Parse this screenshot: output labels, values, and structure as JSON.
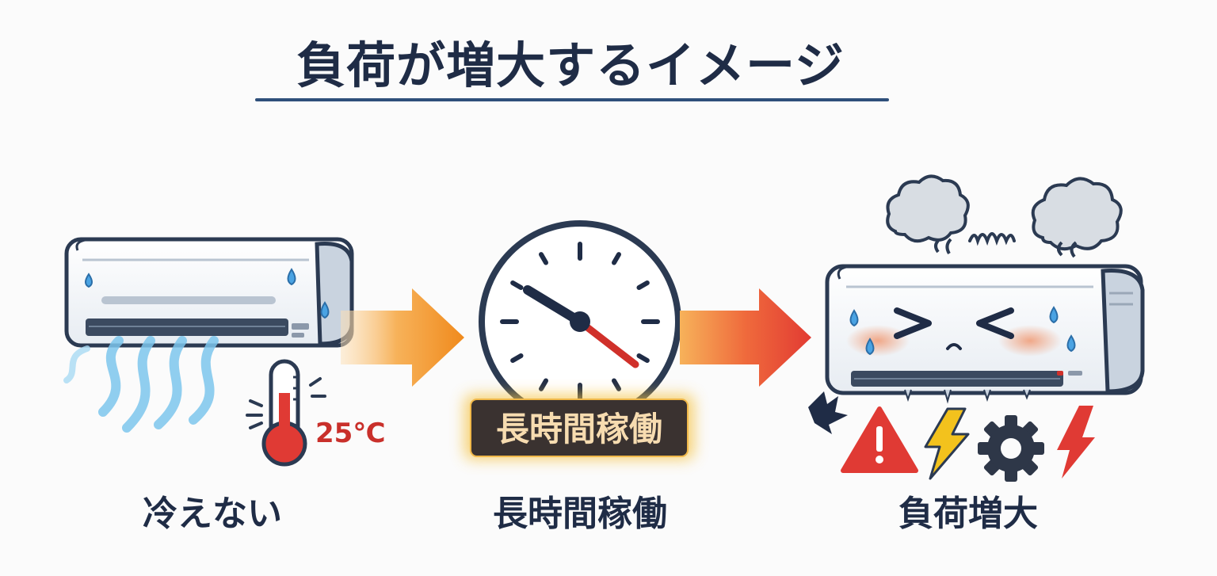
{
  "title": "負荷が増大するイメージ",
  "steps": [
    {
      "label": "冷えない",
      "icon": "air-conditioner-weak-icon"
    },
    {
      "label": "長時間稼働",
      "icon": "clock-icon"
    },
    {
      "label": "負荷増大",
      "icon": "overheated-air-conditioner-icon"
    }
  ],
  "thermometer": {
    "reading": "25℃"
  },
  "clock_badge": "長時間稼働",
  "colors": {
    "title": "#1f2c46",
    "rule": "#2e4f7a",
    "arrow_1": "#f39a2e",
    "arrow_2": "#e8473a",
    "cool_air": "#7cc6ec",
    "warning": "#e03a34",
    "badge_bg": "#3a3230",
    "badge_text": "#f7dcb0"
  }
}
